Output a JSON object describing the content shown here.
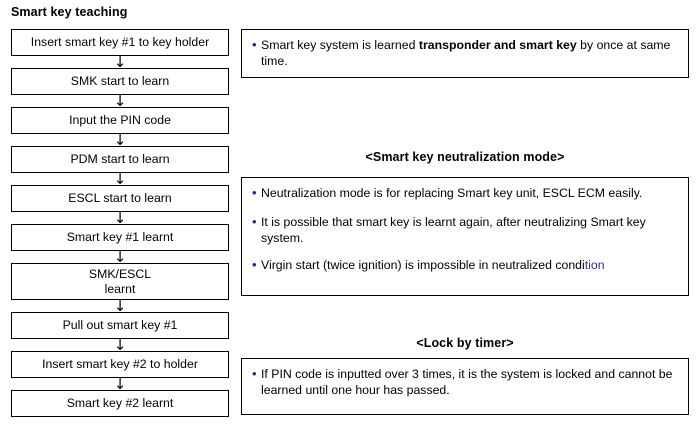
{
  "flowchart": {
    "title": "Smart key teaching",
    "arrow_glyph": "↓",
    "steps": [
      {
        "label": "Insert smart key #1 to key holder",
        "lines": 1
      },
      {
        "label": "SMK start to learn",
        "lines": 1
      },
      {
        "label": "Input the PIN code",
        "lines": 1
      },
      {
        "label": "PDM start to learn",
        "lines": 1
      },
      {
        "label": "ESCL start to learn",
        "lines": 1
      },
      {
        "label": "Smart key #1 learnt",
        "lines": 1
      },
      {
        "label": "SMK/ESCL\nlearnt",
        "lines": 2
      },
      {
        "label": "Pull out smart key #1",
        "lines": 1
      },
      {
        "label": "Insert smart key #2 to holder",
        "lines": 1
      },
      {
        "label": "Smart key #2 learnt",
        "lines": 1
      }
    ]
  },
  "notes": {
    "bullet_glyph": "•",
    "bullet_color": "#20208a",
    "panel1": {
      "bullets": [
        {
          "pre": "Smart key system is learned ",
          "bold": "transponder and smart key",
          "post": " by once at same  time."
        }
      ]
    },
    "heading_neutralization": "<Smart key neutralization mode>",
    "panel2": {
      "bullets": [
        {
          "text": "Neutralization mode is for replacing Smart key unit, ESCL ECM easily."
        },
        {
          "text": "It is possible that smart key is learnt again, after neutralizing Smart key system."
        },
        {
          "pre": "Virgin start (twice ignition) is impossible in neutralized condi",
          "tinted": "tion"
        }
      ]
    },
    "heading_lock": "<Lock by timer>",
    "panel3": {
      "bullets": [
        {
          "text": "If PIN code is inputted over 3 times, it is the system is locked and cannot be learned until one hour has passed."
        }
      ]
    }
  }
}
